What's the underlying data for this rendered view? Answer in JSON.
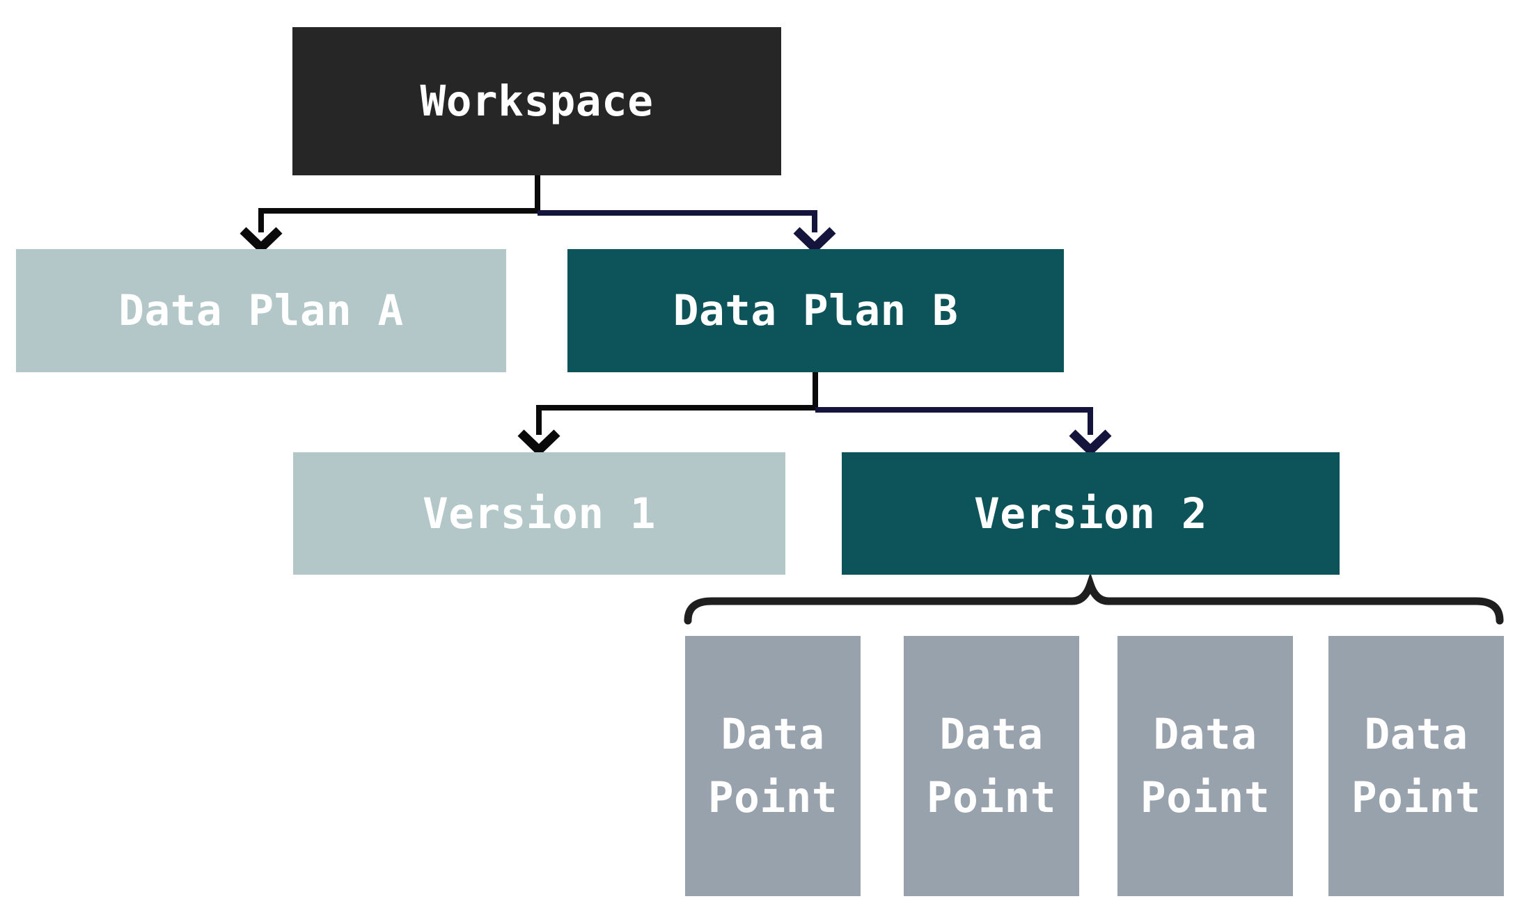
{
  "colors": {
    "background": "#ffffff",
    "node-dark": "#262626",
    "node-teal": "#0d545a",
    "node-light": "#b3c7c9",
    "node-gray": "#98a2ac",
    "line-black": "#0a0a0a",
    "line-navy": "#14143c",
    "brace": "#1f1f1f",
    "text-light": "#ffffff"
  },
  "diagram": {
    "root": {
      "label": "Workspace"
    },
    "plans": [
      {
        "label": "Data Plan A",
        "emphasis": "muted"
      },
      {
        "label": "Data Plan B",
        "emphasis": "highlighted"
      }
    ],
    "versions": [
      {
        "label": "Version 1",
        "emphasis": "muted"
      },
      {
        "label": "Version 2",
        "emphasis": "highlighted"
      }
    ],
    "data_points": [
      {
        "line1": "Data",
        "line2": "Point"
      },
      {
        "line1": "Data",
        "line2": "Point"
      },
      {
        "line1": "Data",
        "line2": "Point"
      },
      {
        "line1": "Data",
        "line2": "Point"
      }
    ]
  }
}
